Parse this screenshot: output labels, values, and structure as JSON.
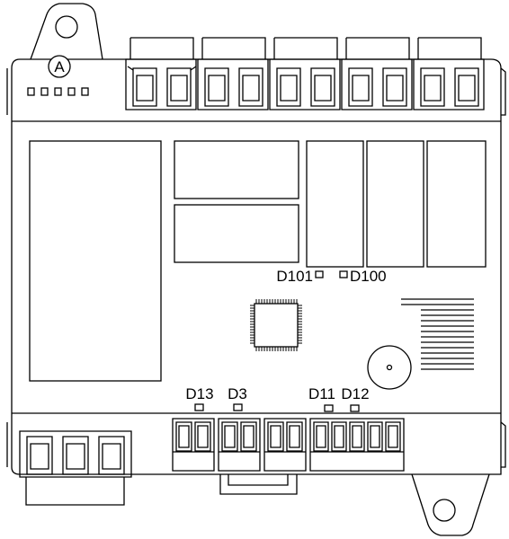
{
  "diagram": {
    "callout_letter": "A",
    "led_labels": {
      "d101": "D101",
      "d100": "D100",
      "d13": "D13",
      "d3": "D3",
      "d11": "D11",
      "d12": "D12"
    },
    "top_leds_count": 5,
    "top_terminal_blocks": 5,
    "relays_count": 3,
    "buzzer": true,
    "microcontroller": true
  }
}
